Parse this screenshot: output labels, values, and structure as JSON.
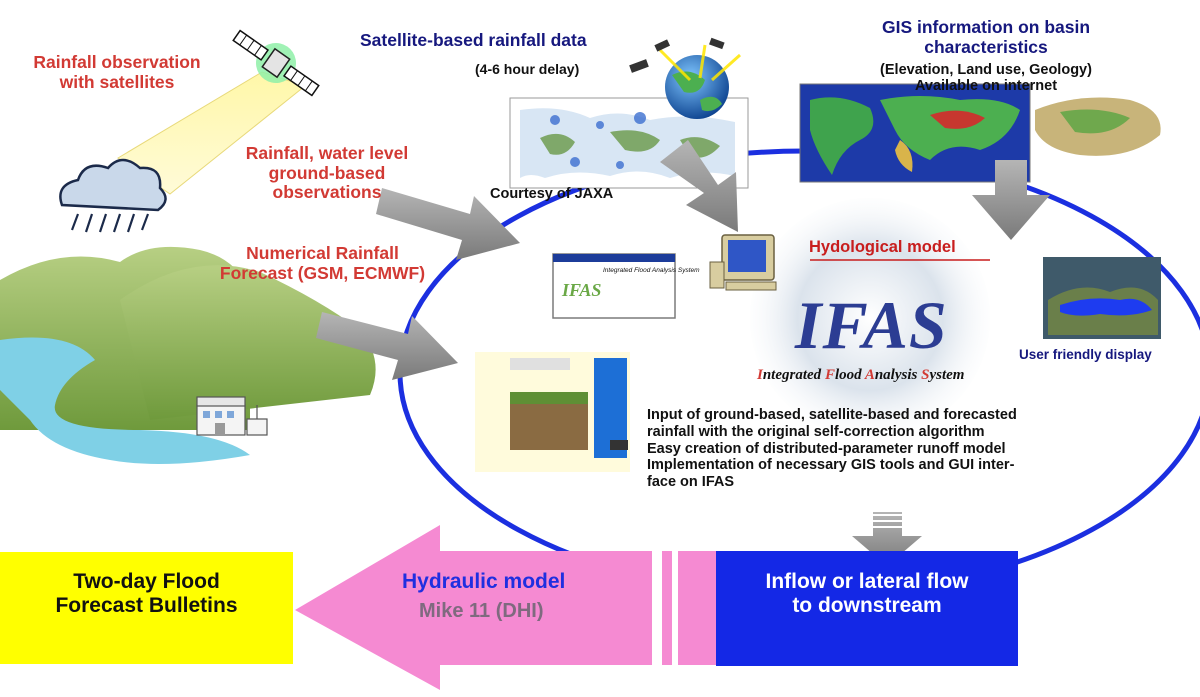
{
  "labels": {
    "rain_sat": [
      "Rainfall observation",
      "with satellites"
    ],
    "sat_data_title": "Satellite-based rainfall data",
    "sat_delay": "(4-6 hour delay)",
    "gis_title": [
      "GIS information on basin",
      "characteristics"
    ],
    "gis_sub": [
      "(Elevation, Land use, Geology)",
      "Available on internet"
    ],
    "ground_obs": [
      "Rainfall, water level",
      "ground-based",
      "observations"
    ],
    "jaxa": "Courtesy of JAXA",
    "nwp": [
      "Numerical Rainfall",
      "Forecast (GSM, ECMWF)"
    ],
    "hydro_model": "Hydological model",
    "user_display": "User friendly display",
    "ifas_logo": "IFAS",
    "ifas_subtitle_parts": [
      {
        "text": "I",
        "accent": true
      },
      {
        "text": "ntegrated ",
        "accent": false
      },
      {
        "text": "F",
        "accent": true
      },
      {
        "text": "lood ",
        "accent": false
      },
      {
        "text": "A",
        "accent": true
      },
      {
        "text": "nalysis ",
        "accent": false
      },
      {
        "text": "S",
        "accent": true
      },
      {
        "text": "ystem",
        "accent": false
      }
    ],
    "features": [
      "Input of ground-based, satellite-based and forecasted",
      "rainfall with the original self-correction algorithm",
      "Easy creation of distributed-parameter runoff model",
      "Implementation of necessary GIS tools and GUI inter-",
      "face on IFAS"
    ],
    "bulletin": [
      "Two-day Flood",
      "Forecast Bulletins"
    ],
    "hydraulic_model": "Hydraulic model",
    "mike11": "Mike 11 (DHI)",
    "inflow": [
      "Inflow or lateral flow",
      "to downstream"
    ],
    "screen_window_logo": "IFAS",
    "screen_window_title": "Integrated Flood Analysis System"
  },
  "colors": {
    "red_text": "#d23a34",
    "navy_text": "#16187e",
    "ellipse": "#1b2fe0",
    "gray_arrow": "#8f8f8f",
    "pink_arrow": "#f58ad2",
    "yellow_box": "#ffff00",
    "blue_box": "#1428e6",
    "hill": "#9fbd66",
    "river": "#7fd0e6"
  },
  "icons": [
    "satellite-icon",
    "cloud-rain-icon",
    "globe-icon",
    "computer-icon",
    "building-icon"
  ]
}
